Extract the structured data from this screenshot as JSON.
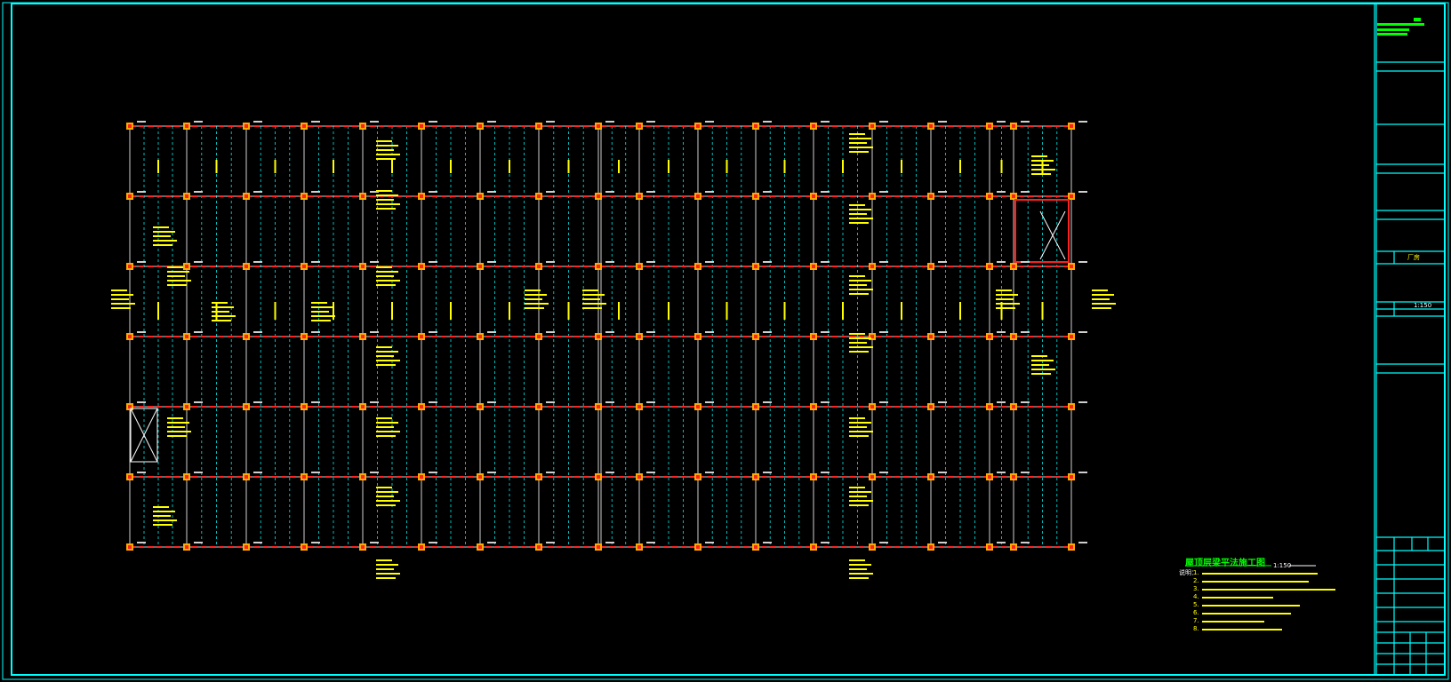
{
  "drawing": {
    "title": "屋顶层梁平法施工图",
    "scale": "1:150",
    "note_label": "说明：",
    "notes": [
      "1. ",
      "2. ",
      "3. ",
      "4. ",
      "5. ",
      "6. ",
      "7. ",
      "8. "
    ]
  },
  "title_block": {
    "project_label": "厂房",
    "scale_value": "1:150"
  },
  "colors": {
    "border": "#00ffff",
    "column": "#ffaa00",
    "beam": "#ff2020",
    "grid": "#00bcbc",
    "annotation": "#ffff00",
    "title": "#00ff00"
  }
}
